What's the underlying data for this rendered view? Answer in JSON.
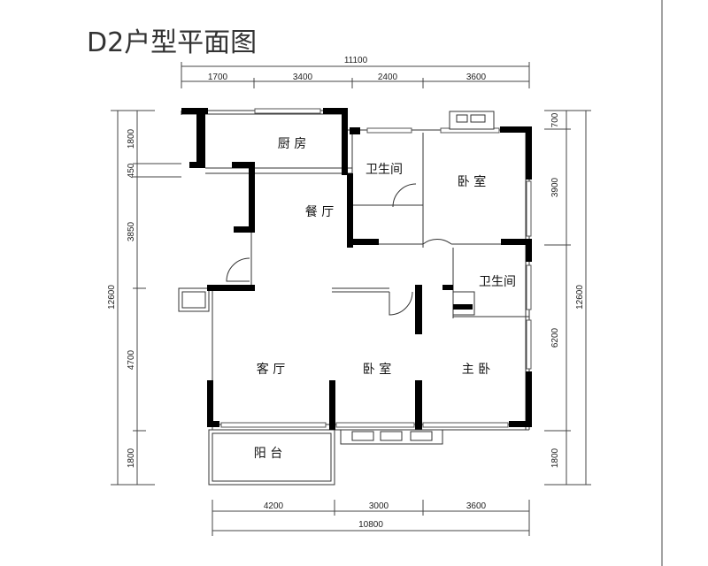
{
  "title": "D2户型平面图",
  "dimensions": {
    "top_total": "11100",
    "top_segments": [
      "1700",
      "3400",
      "2400",
      "3600"
    ],
    "bottom_total": "10800",
    "bottom_segments": [
      "4200",
      "3000",
      "3600"
    ],
    "left_segments": [
      "1800",
      "450",
      "3850",
      "4700",
      "1800"
    ],
    "left_total": "12600",
    "right_segments": [
      "700",
      "3900",
      "6200",
      "1800"
    ],
    "right_total": "12600"
  },
  "rooms": {
    "kitchen": "厨 房",
    "bath_top": "卫生间",
    "bedroom_ne": "卧 室",
    "dining": "餐 厅",
    "bath_right": "卫生间",
    "living": "客 厅",
    "bedroom_mid": "卧 室",
    "master": "主 卧",
    "balcony": "阳 台"
  }
}
